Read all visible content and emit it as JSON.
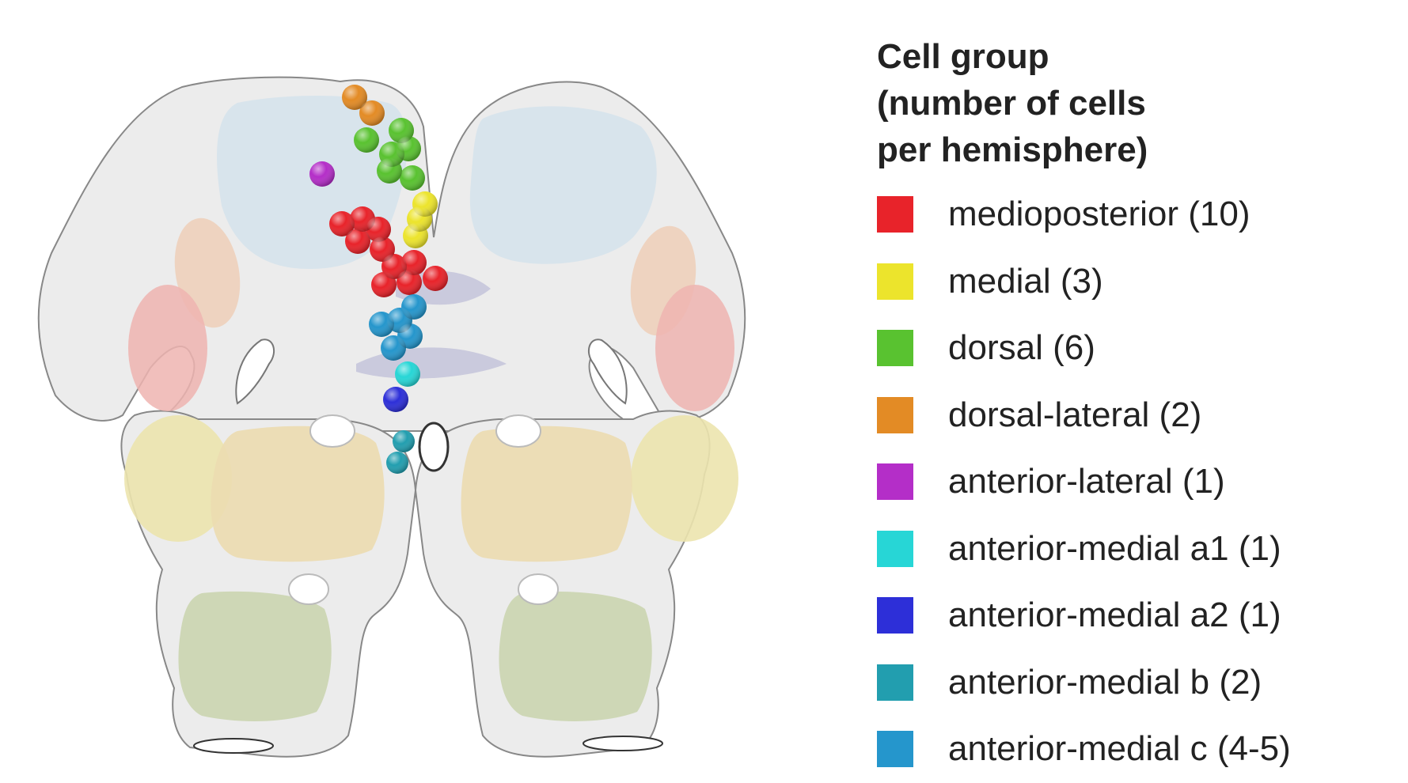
{
  "legend": {
    "title_lines": [
      "Cell group",
      "(number of cells",
      "per hemisphere)"
    ],
    "items": [
      {
        "label": "medioposterior (10)",
        "color": "#e8232a"
      },
      {
        "label": "medial (3)",
        "color": "#ece42c"
      },
      {
        "label": "dorsal (6)",
        "color": "#59c230"
      },
      {
        "label": "dorsal-lateral (2)",
        "color": "#e38b25"
      },
      {
        "label": "anterior-lateral (1)",
        "color": "#b42ec8"
      },
      {
        "label": "anterior-medial a1 (1)",
        "color": "#27d6d6"
      },
      {
        "label": "anterior-medial a2 (1)",
        "color": "#2d2fd8"
      },
      {
        "label": "anterior-medial b (2)",
        "color": "#229eaf"
      },
      {
        "label": "anterior-medial c (4-5)",
        "color": "#2596cc"
      }
    ]
  },
  "region_colors": {
    "outline": "#e6e6e6",
    "upper_lobe": "#d6e3ec",
    "peach": "#efcfb8",
    "pink": "#eeb4b0",
    "yellow_lateral": "#ece4ae",
    "tan": "#ecdcb0",
    "green": "#cbd5b0",
    "lavender": "#c7c6dc"
  }
}
